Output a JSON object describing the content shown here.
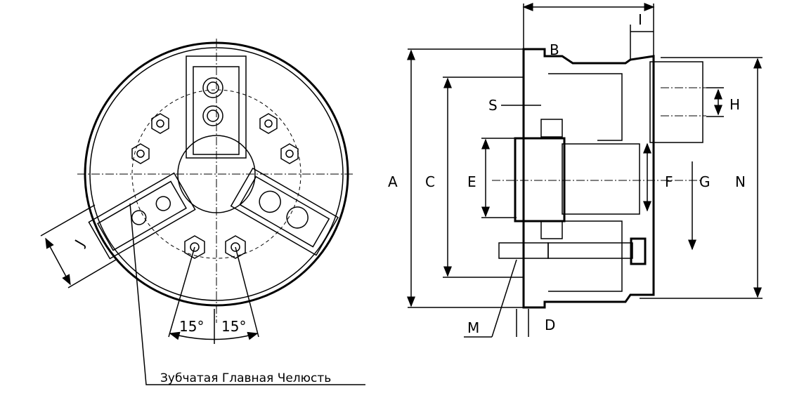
{
  "front_view": {
    "angle_left": "15°",
    "angle_right": "15°",
    "jaw_dimension": "J",
    "caption": "Зубчатая Главная Челюсть"
  },
  "side_view": {
    "labels": {
      "A": "A",
      "C": "C",
      "E": "E",
      "F": "F",
      "G": "G",
      "N": "N",
      "B": "B",
      "I": "I",
      "S": "S",
      "H": "H",
      "M": "M",
      "D": "D"
    }
  }
}
